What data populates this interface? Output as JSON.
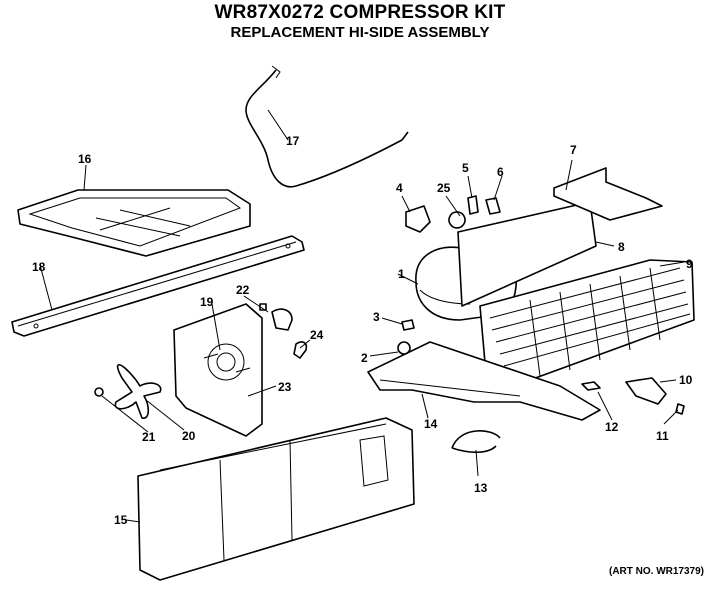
{
  "header": {
    "title": "WR87X0272 COMPRESSOR KIT",
    "subtitle": "REPLACEMENT HI-SIDE ASSEMBLY"
  },
  "footer": {
    "art_number": "(ART NO. WR17379)"
  },
  "callouts": [
    "1",
    "2",
    "3",
    "4",
    "25",
    "5",
    "6",
    "7",
    "8",
    "9",
    "10",
    "11",
    "12",
    "13",
    "14",
    "15",
    "16",
    "17",
    "18",
    "19",
    "20",
    "21",
    "22",
    "23",
    "24"
  ]
}
